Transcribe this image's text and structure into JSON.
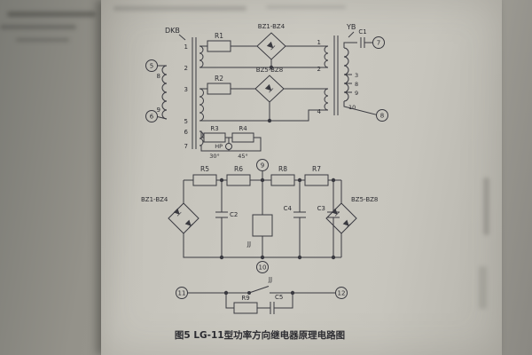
{
  "caption": "图5 LG-11型功率方向继电器原理电路图",
  "top": {
    "dkb": "DKB",
    "yb": "YB",
    "r1": "R1",
    "r2": "R2",
    "r3": "R3",
    "r4": "R4",
    "c1": "C1",
    "bz14": "BZ1-BZ4",
    "bz58": "BZ5-BZ8",
    "hp": "HP",
    "deg30": "30°",
    "deg45": "45°",
    "w": {
      "n1": "1",
      "n2": "2",
      "n3": "3",
      "n5": "5",
      "n6": "6",
      "n7": "7",
      "t8": "8",
      "t9": "9"
    },
    "yb_n": {
      "n1": "1",
      "n2": "2",
      "n3": "3",
      "n4": "4",
      "n8": "8",
      "n9": "9",
      "n10": "10"
    },
    "term": {
      "t5": "5",
      "t6": "6",
      "t7": "7",
      "t8": "8"
    }
  },
  "mid": {
    "r5": "R5",
    "r6": "R6",
    "r7": "R7",
    "r8": "R8",
    "c2": "C2",
    "c3": "C3",
    "c4": "C4",
    "jj": "JJ",
    "bz14": "BZ1-BZ4",
    "bz58": "BZ5-BZ8",
    "term": {
      "t9": "9",
      "t10": "10"
    }
  },
  "bot": {
    "jj": "JJ",
    "r9": "R9",
    "c5": "C5",
    "term": {
      "t11": "11",
      "t12": "12"
    }
  }
}
